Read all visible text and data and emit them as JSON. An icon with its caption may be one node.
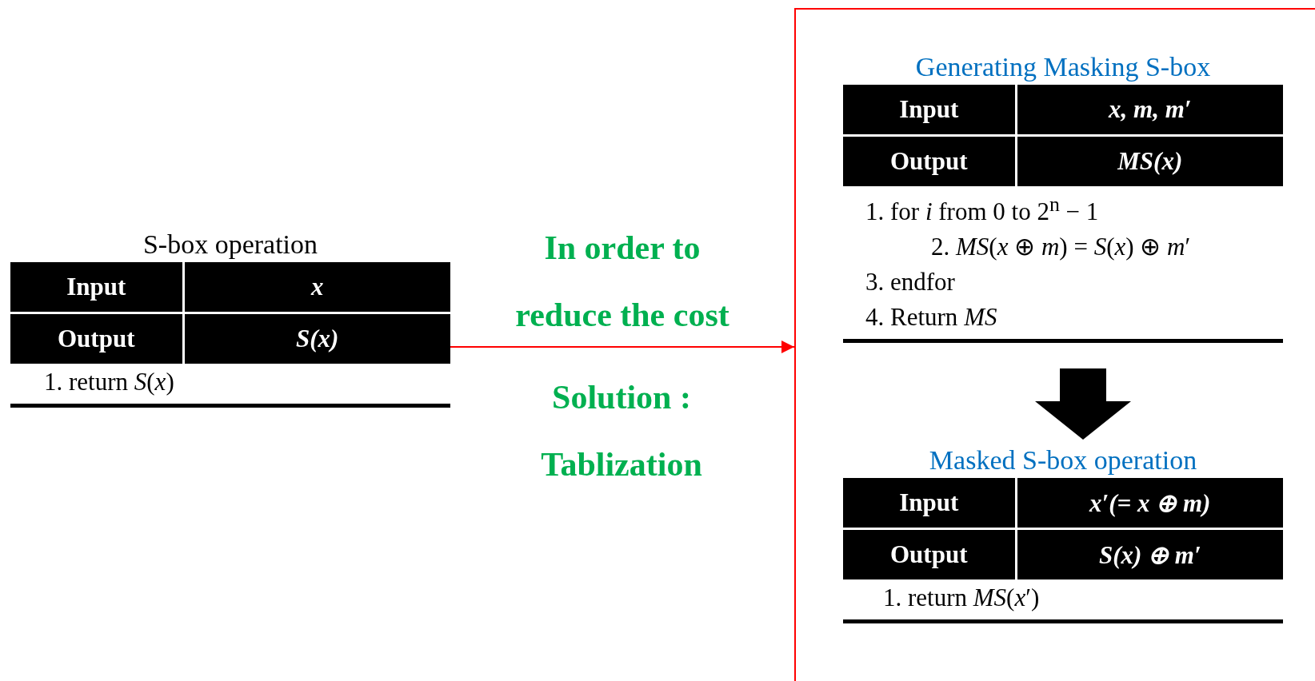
{
  "diagram": {
    "nodes": [
      {
        "text": [
          "S-box operation",
          "Input",
          "x",
          "Output",
          "S(x)",
          "1. return *S*(*x*)"
        ]
      },
      {
        "text": [],
        "shape": "box"
      },
      {
        "text": [
          "Generating Masking S-box",
          "Input",
          "x, m, m′",
          "Output",
          "MS(x)",
          "1. for *i* from 0 to 2$^{n}$ − 1",
          "2. *MS*(*x* ⊕ *m*) = *S*(*x*) ⊕ *m*′",
          "3. endfor",
          "4. Return *MS*"
        ],
        "in": 1
      },
      {
        "text": [
          "Masked S-box operation",
          "Input",
          "x′(= x ⊕ m)",
          "Output",
          "S(x) ⊕ m′",
          "1. return *MS*(*x*′)"
        ],
        "in": 1
      }
    ],
    "edges": [
      {
        "from": 0,
        "to": 1,
        "arrow": "to",
        "color": "#ff0000",
        "label": "In order to reduce the cost"
      },
      {
        "from": 2,
        "to": 3,
        "arrow": "to",
        "style": "thick",
        "color": "#000000"
      }
    ],
    "labels": [
      "Solution : Tablization"
    ]
  }
}
